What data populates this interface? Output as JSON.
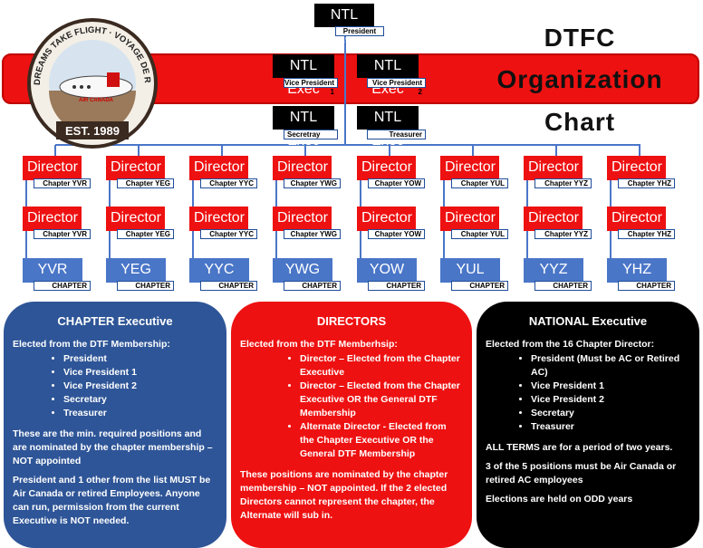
{
  "title": {
    "line1": "DTFC",
    "line2": "Organization",
    "line3": "Chart"
  },
  "logo": {
    "ring_text": "DREAMS TAKE FLIGHT · VOYAGE DE RÊVES",
    "brand": "AIR CANADA",
    "est": "EST. 1989"
  },
  "colors": {
    "red": "#ee1111",
    "blue": "#4a76c8",
    "navy": "#2e5597",
    "black": "#000000"
  },
  "national": [
    {
      "label": "NTL Exec",
      "role": "President"
    },
    {
      "label": "NTL Exec",
      "role": "Vice President 1"
    },
    {
      "label": "NTL Exec",
      "role": "Vice President 2"
    },
    {
      "label": "NTL Exec",
      "role": "Secretray"
    },
    {
      "label": "NTL Exec",
      "role": "Treasurer"
    }
  ],
  "columns": [
    {
      "code": "YVR",
      "chapter": "Chapter YVR"
    },
    {
      "code": "YEG",
      "chapter": "Chapter YEG"
    },
    {
      "code": "YYC",
      "chapter": "Chapter YYC"
    },
    {
      "code": "YWG",
      "chapter": "Chapter YWG"
    },
    {
      "code": "YOW",
      "chapter": "Chapter YOW"
    },
    {
      "code": "YUL",
      "chapter": "Chapter YUL"
    },
    {
      "code": "YYZ",
      "chapter": "Chapter YYZ"
    },
    {
      "code": "YHZ",
      "chapter": "Chapter YHZ"
    }
  ],
  "director_label": "Director",
  "chapter_tag": "CHAPTER",
  "panels": {
    "chapter": {
      "title": "CHAPTER Executive",
      "intro": "Elected from the DTF Membership:",
      "items": [
        "President",
        "Vice President 1",
        "Vice President 2",
        "Secretary",
        "Treasurer"
      ],
      "p1": "These are the min. required positions and are nominated by the chapter membership – NOT appointed",
      "p2": "President and 1 other from the list MUST be Air Canada or retired Employees.  Anyone can run, permission from the current Executive is NOT needed."
    },
    "directors": {
      "title": "DIRECTORS",
      "intro": "Elected from the DTF Memberhsip:",
      "items": [
        "Director – Elected from the Chapter Executive",
        "Director – Elected from the Chapter Executive OR the General DTF Membership",
        "Alternate Director - Elected from the Chapter Executive OR the General DTF Membership"
      ],
      "p1": "These positions are nominated by the chapter membership – NOT appointed.  If the 2 elected Directors cannot represent the chapter, the Alternate will sub in."
    },
    "national": {
      "title": "NATIONAL Executive",
      "intro": "Elected from the 16 Chapter Director:",
      "items": [
        "President (Must be AC or Retired AC)",
        "Vice President 1",
        "Vice President 2",
        "Secretary",
        "Treasurer"
      ],
      "p1": "ALL TERMS are for a period of two years.",
      "p2": "3 of the 5 positions must be Air Canada or retired AC employees",
      "p3": "Elections are held on ODD years"
    }
  }
}
